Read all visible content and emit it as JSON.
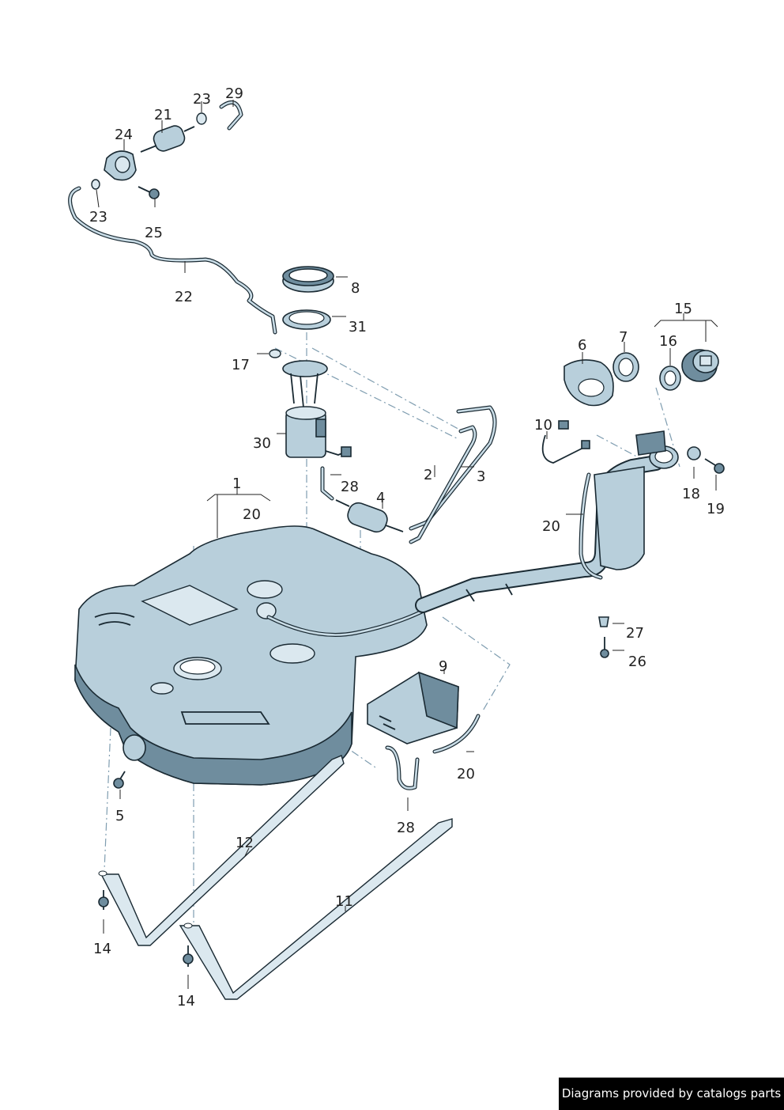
{
  "callouts": {
    "c1": "1",
    "c2": "2",
    "c3": "3",
    "c4": "4",
    "c5": "5",
    "c6": "6",
    "c7": "7",
    "c8": "8",
    "c9": "9",
    "c10": "10",
    "c11": "11",
    "c12": "12",
    "c14a": "14",
    "c14b": "14",
    "c15": "15",
    "c16": "16",
    "c17": "17",
    "c18": "18",
    "c19": "19",
    "c20a": "20",
    "c20b": "20",
    "c20c": "20",
    "c21": "21",
    "c22": "22",
    "c23a": "23",
    "c23b": "23",
    "c24": "24",
    "c25": "25",
    "c26": "26",
    "c27": "27",
    "c28a": "28",
    "c28b": "28",
    "c29": "29",
    "c30": "30",
    "c31": "31"
  },
  "credit": "Diagrams provided by catalogs parts",
  "colors": {
    "part_fill": "#b8cfdb",
    "outline": "#1a2a33",
    "badge_bg": "#000000",
    "badge_text": "#ffffff"
  }
}
